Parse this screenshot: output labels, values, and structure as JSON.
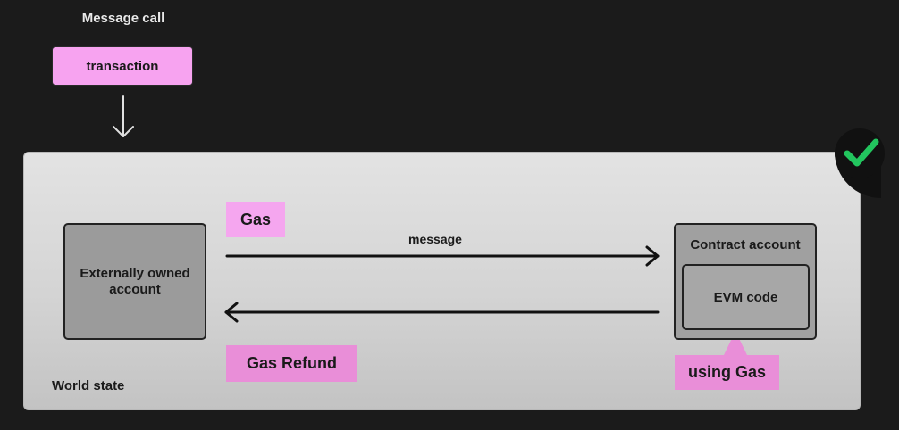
{
  "diagram": {
    "title": "Message call",
    "transaction": "transaction",
    "world_state": "World state",
    "externally_owned_account": "Externally owned account",
    "contract_account": "Contract account",
    "evm_code": "EVM code",
    "message": "message",
    "gas": "Gas",
    "gas_refund": "Gas Refund",
    "using_gas": "using Gas"
  },
  "status": {
    "icon": "check-icon",
    "color": "#22c55e"
  },
  "colors": {
    "pink": "#e98ed8",
    "transaction_pink": "#f7a3f0",
    "background": "#1b1b1b"
  }
}
